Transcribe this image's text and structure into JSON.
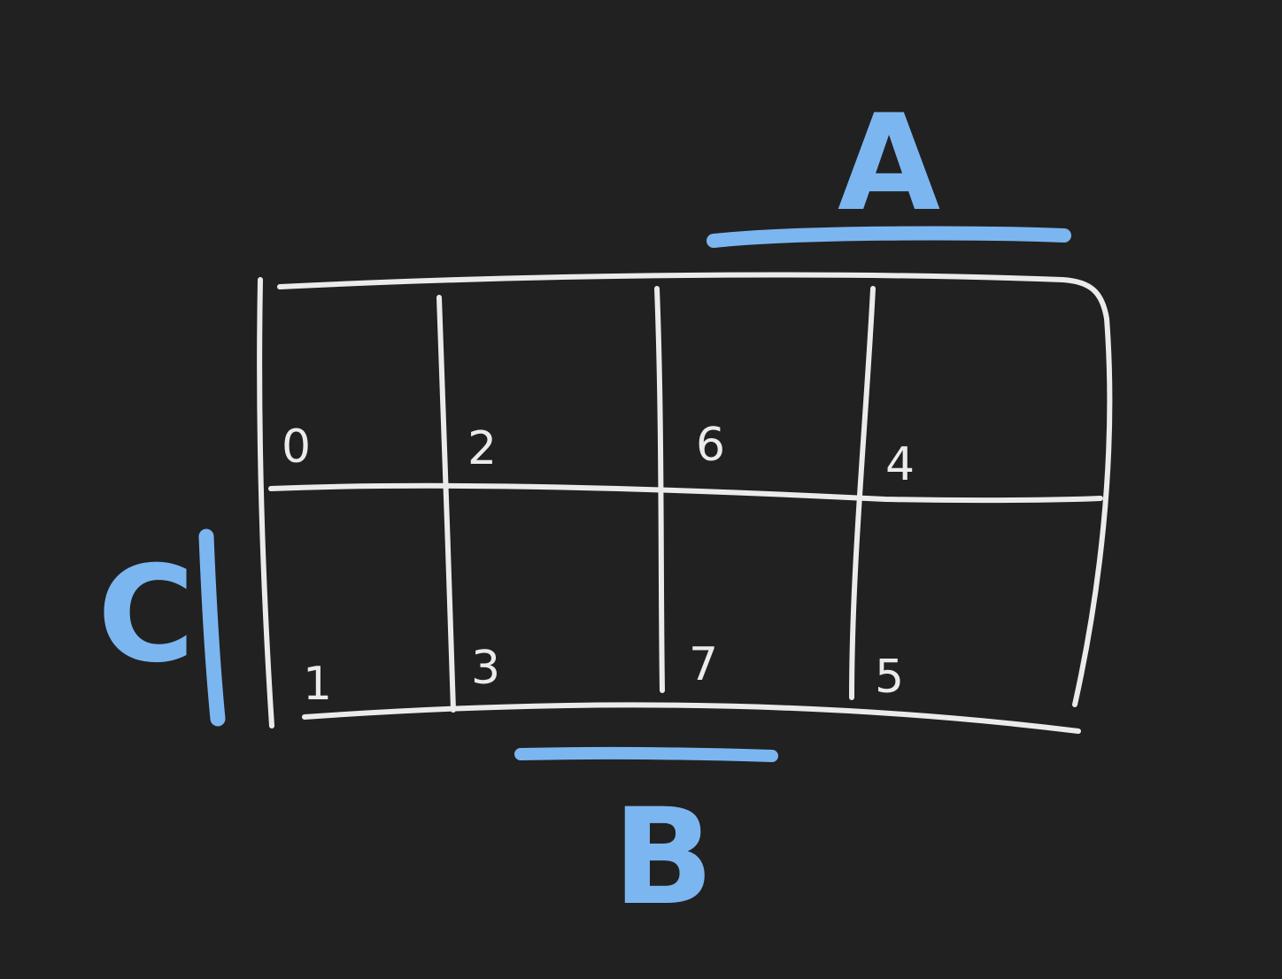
{
  "diagram": {
    "background_color": "#212121",
    "line_color": "#ebebeb",
    "accent_color": "#7cb6f0",
    "variable_labels": {
      "a": "A",
      "b": "B",
      "c": "C"
    },
    "cells": {
      "row1": [
        "0",
        "2",
        "6",
        "4"
      ],
      "row2": [
        "1",
        "3",
        "7",
        "5"
      ]
    }
  }
}
